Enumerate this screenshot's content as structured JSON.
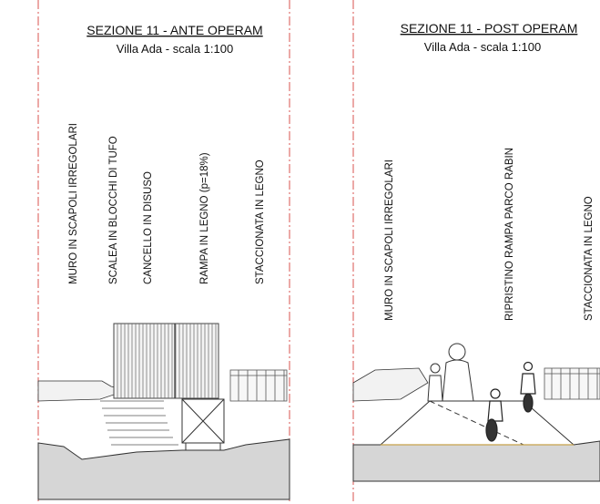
{
  "panels": [
    {
      "title": "SEZIONE 11 - ANTE OPERAM",
      "subtitle": "Villa Ada - scala 1:100",
      "labels": [
        "MURO IN SCAPOLI IRREGOLARI",
        "SCALEA IN BLOCCHI DI TUFO",
        "CANCELLO IN DISUSO",
        "RAMPA IN LEGNO (p=18%)",
        "STACCIONATA IN LEGNO"
      ]
    },
    {
      "title": "SEZIONE 11 - POST OPERAM",
      "subtitle": "Villa Ada - scala 1:100",
      "labels": [
        "MURO IN SCAPOLI IRREGOLARI",
        "RIPRISTINO RAMPA PARCO RABIN",
        "STACCIONATA IN LEGNO"
      ]
    }
  ],
  "colors": {
    "boundary": "#d9534f",
    "ground": "#d6d6d6",
    "line": "#333333"
  }
}
